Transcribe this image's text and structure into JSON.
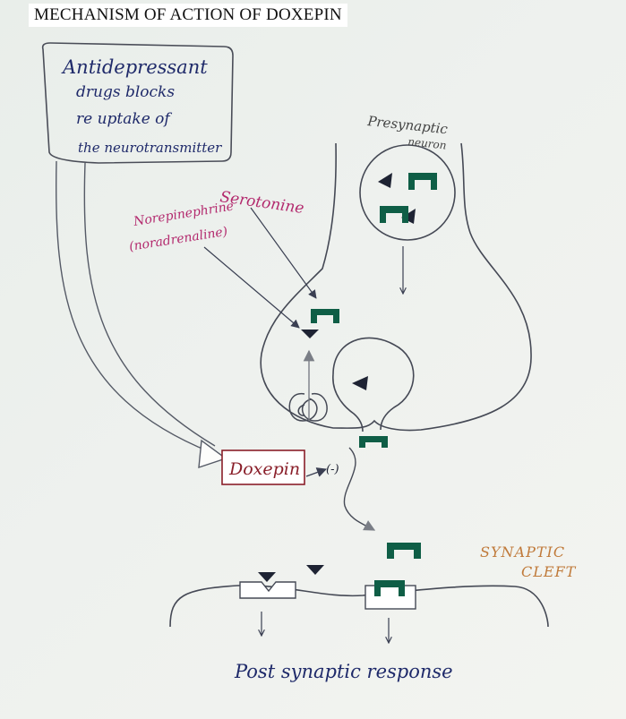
{
  "title": "MECHANISM OF ACTION OF DOXEPIN",
  "note_lines": [
    "Antidepressant",
    "drugs blocks",
    "re uptake of",
    "the neurotransmitter"
  ],
  "labels": {
    "presynaptic": [
      "Presynaptic",
      "neuron"
    ],
    "serotonine": "Serotonine",
    "norepinephrine": [
      "Norepinephrine",
      "(noradrenaline)"
    ],
    "doxepin": "Doxepin",
    "inhibition": "(-)",
    "synaptic_cleft": [
      "SYNAPTIC",
      "CLEFT"
    ],
    "post_synaptic": "Post synaptic response"
  },
  "colors": {
    "ink": "#3a3f52",
    "note": "#1f2a6a",
    "magenta": "#b32a6e",
    "green": "#0f5e46",
    "doxepin_border": "#8a1f2a",
    "orange": "#c07a3a"
  }
}
